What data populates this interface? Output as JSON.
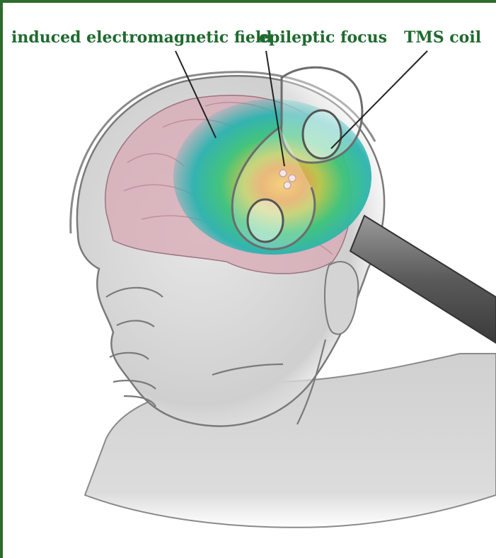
{
  "labels": {
    "field": "induced electromagnetic field",
    "focus": "epileptic focus",
    "coil": "TMS coil"
  },
  "colors": {
    "frame": "#2e6b2e",
    "label_text": "#1f6a2f",
    "brain": "#d8a8b4",
    "field_outer": "#2bb3b0",
    "field_inner": "#3cc47a",
    "focus_core": "#f3b04a",
    "skin": "#c9c9c9",
    "coil_handle": "#555555"
  }
}
